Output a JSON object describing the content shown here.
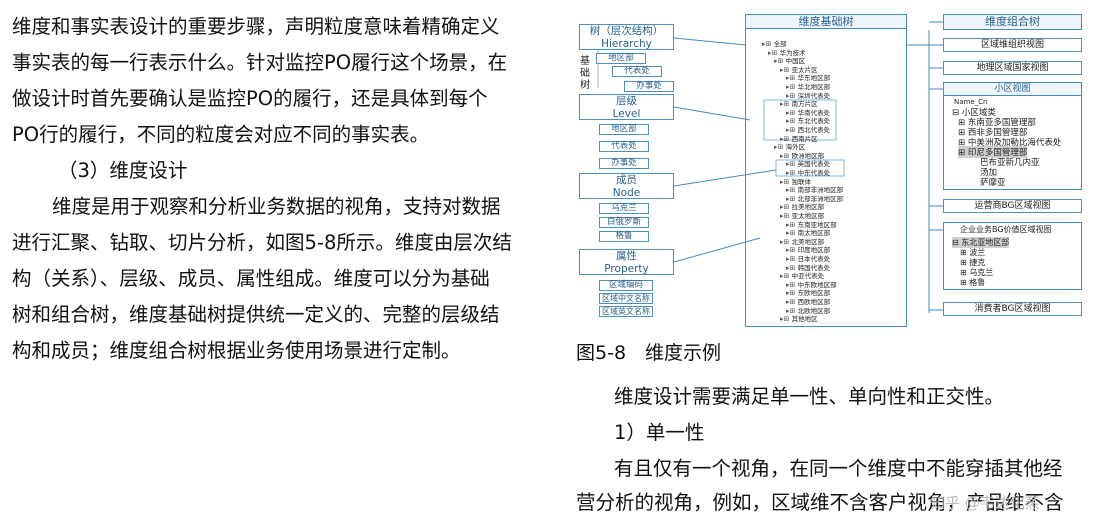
{
  "left_text": {
    "lines": [
      "维度和事实表设计的重要步骤，声明粒度意味着精确定义",
      "事实表的每一行表示什么。针对监控PO履行这个场景，在",
      "做设计时首先要确认是监控PO的履行，还是具体到每个",
      "PO行的履行，不同的粒度会对应不同的事实表。"
    ],
    "section_heading": "（3）维度设计",
    "body_lines": [
      "维度是用于观察和分析业务数据的视角，支持对数据",
      "进行汇聚、钻取、切片分析，如图5-8所示。维度由层次结",
      "构（关系）、层级、成员、属性组成。维度可以分为基础",
      "树和组合树，维度基础树提供统一定义的、完整的层级结",
      "构和成员；维度组合树根据业务使用场景进行定制。"
    ]
  },
  "figure": {
    "caption": "图5-8　维度示例",
    "left_panel": {
      "tree_box": "树（层次结构）\nHierarchy",
      "side_label": "基础树",
      "tree_items": [
        "地区部",
        "代表处",
        "办事处"
      ],
      "level_box": "层级\nLevel",
      "level_items": [
        "地区部",
        "代表处",
        "办事处"
      ],
      "member_box": "成员\nNode",
      "member_items": [
        "乌克兰",
        "白俄罗斯",
        "格鲁"
      ],
      "property_box": "属性\nProperty",
      "property_items": [
        "区域编码",
        "区域中文名称",
        "区域英文名称"
      ]
    },
    "middle_panel": {
      "header": "维度基础树",
      "nodes": [
        "全部",
        "华为技术",
        "中国区",
        "亚太片区",
        "华东地区部",
        "华北地区部",
        "深圳代表处",
        "南方片区",
        "华南代表处",
        "东北代表处",
        "西北代表处",
        "西南片区",
        "海外区",
        "欧洲地区部",
        "英国代表处",
        "中东代表处",
        "独联体",
        "南部非洲地区部",
        "北部非洲地区部",
        "拉美地区部",
        "亚太地区部",
        "东南亚地区部",
        "南太地区部",
        "北美地区部",
        "印度地区部",
        "日本代表处",
        "韩国代表处",
        "中亚代表处",
        "中东欧地区部",
        "东欧地区部",
        "西欧地区部",
        "北欧地区部",
        "其他地区"
      ]
    },
    "right_panel": {
      "header": "维度组合树",
      "box1": "区域维组织视图",
      "box2": "地理区域国家视图",
      "sub_header": "小区视图",
      "column": "Name_Cn",
      "list": [
        "小区域类",
        "东南亚多国管理部",
        "西非多国管理部",
        "中美洲及加勒比海代表处",
        "印尼多国管理部"
      ],
      "sub_list": [
        "巴布亚新几内亚",
        "汤加",
        "萨摩亚"
      ],
      "box3": "运营商BG区域视图",
      "box4_header": "企业业务BG价值区域视图",
      "box4_list": [
        "东北亚地区部",
        "波兰",
        "捷克",
        "乌克兰",
        "格鲁"
      ],
      "box5": "消费者BG区域视图"
    }
  },
  "bottom_text": {
    "intro": "维度设计需要满足单一性、单向性和正交性。",
    "subhead": "1）单一性",
    "line1": "有且仅有一个视角，在同一个维度中不能穿插其他经",
    "line2": "营分析的视角，例如，区域维不含客户视角，产品维不含"
  },
  "watermark": "知乎 @韦达化蒸"
}
